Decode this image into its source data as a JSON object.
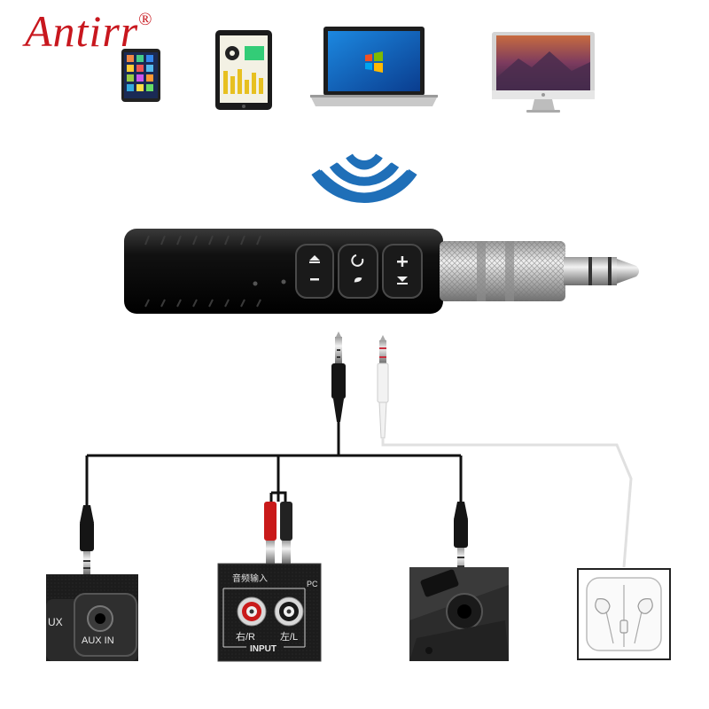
{
  "brand": {
    "name": "Antirr",
    "registered": "®"
  },
  "colors": {
    "brand_red": "#c8171e",
    "wave_blue": "#1f6fb8",
    "cable_black": "#111111",
    "cable_white": "#dddddd"
  },
  "devices": [
    "phone",
    "tablet",
    "laptop",
    "desktop-monitor"
  ],
  "receiver": {
    "buttons": [
      "previous / volume down",
      "play / call",
      "next / volume up"
    ]
  },
  "panels": {
    "car": {
      "partial_label": "UX",
      "port_label": "AUX IN"
    },
    "amp": {
      "top_label": "音频输入",
      "side_label": "PC",
      "right_label": "右/R",
      "left_label": "左/L",
      "input_label": "INPUT"
    }
  }
}
